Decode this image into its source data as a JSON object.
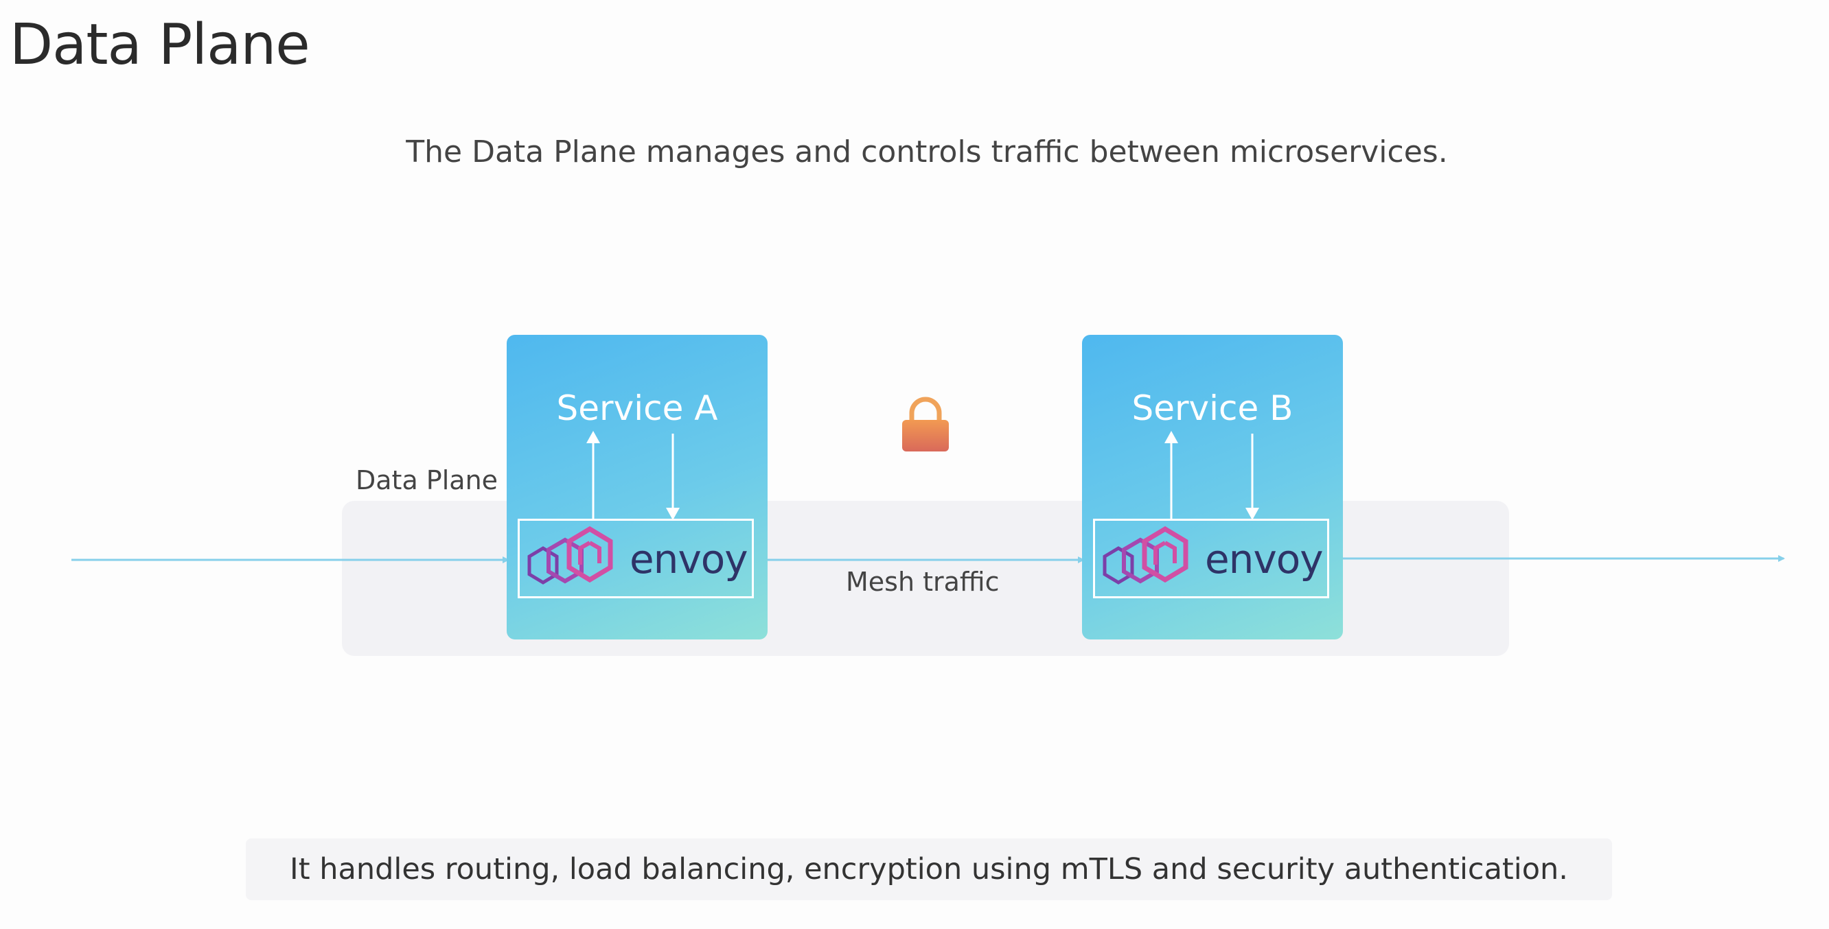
{
  "header": {
    "title": "Data Plane",
    "subtitle": "The Data Plane manages and controls traffic between microservices."
  },
  "diagram": {
    "plane_label": "Data Plane",
    "mesh_traffic_label": "Mesh traffic",
    "services": [
      {
        "name": "Service A",
        "proxy": "envoy"
      },
      {
        "name": "Service B",
        "proxy": "envoy"
      }
    ],
    "lock_icon": "lock-icon"
  },
  "footer": {
    "text": "It handles routing, load balancing, encryption using mTLS and security authentication."
  },
  "colors": {
    "arrow": "#86d0ea",
    "service_gradient_start": "#4fb8ef",
    "service_gradient_end": "#8ee0d9",
    "envoy_logo": "#c850a8",
    "envoy_text": "#2e3367",
    "lock_top": "#f29a52",
    "lock_bottom": "#d9695a"
  }
}
